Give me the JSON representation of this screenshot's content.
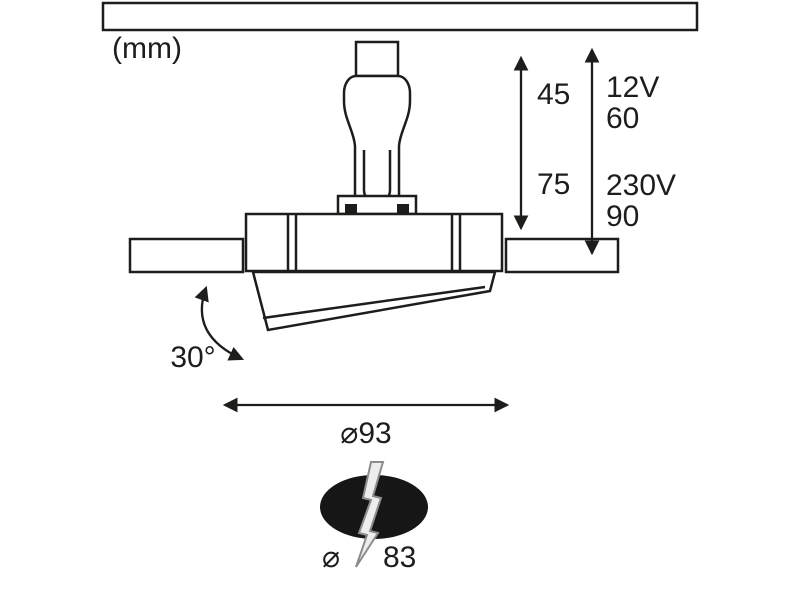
{
  "colors": {
    "background": "#ffffff",
    "line": "#1d1d1b",
    "ceiling_fill": "#c8c8c8",
    "flange_fill": "#87888a",
    "cutout_fill": "#161616",
    "bolt_fill": "#ededed",
    "bolt_stroke": "#8c8c8c"
  },
  "labels": {
    "unit": "(mm)",
    "recess_depth_12v": "45",
    "recess_depth_230v": "75",
    "voltage_low": "12V",
    "total_depth_low": "60",
    "voltage_high": "230V",
    "total_depth_high": "90",
    "tilt_angle": "30°",
    "outer_diameter": "⌀93",
    "cutout_diameter_symbol": "⌀",
    "cutout_diameter_value": "83"
  }
}
